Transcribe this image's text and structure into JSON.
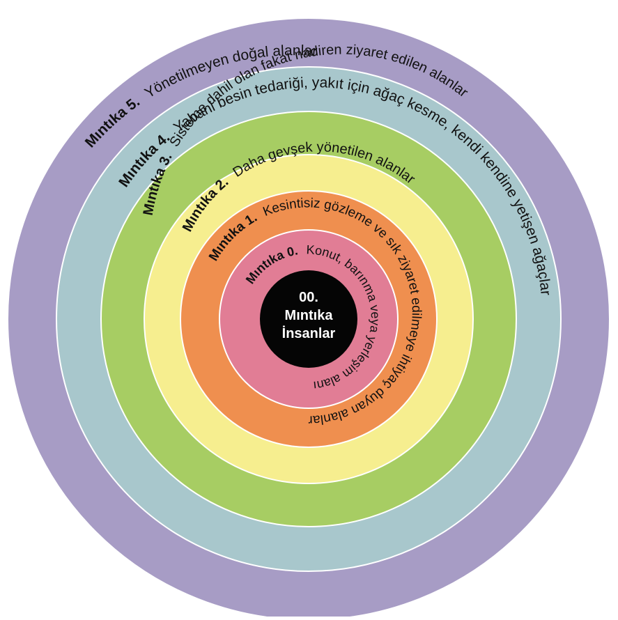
{
  "diagram": {
    "center": {
      "lines": [
        "00.",
        "Mıntıka",
        "İnsanlar"
      ],
      "color": "#050505"
    },
    "zones": [
      {
        "title": "Mıntıka 0.",
        "description": "Konut, barınma veya yerleşim alanı",
        "color": "#e17d95"
      },
      {
        "title": "Mıntıka 1.",
        "description": "Kesintisiz gözleme ve sık ziyaret edilmeye ihtiyaç duyan alanlar",
        "color": "#ef8f4f"
      },
      {
        "title": "Mıntıka 2.",
        "description": "Daha gevşek yönetilen alanlar",
        "color": "#f6ee8f"
      },
      {
        "title": "Mıntıka 3.",
        "description": "Sisteme dahil olan fakat nadiren ziyaret edilen alanlar",
        "color": "#a7cd63"
      },
      {
        "title": "Mıntıka 4.",
        "description": "Yabani besin tedariği, yakıt için ağaç kesme, kendi kendine yetişen ağaçlar",
        "color": "#a8c7cc"
      },
      {
        "title": "Mıntıka 5.",
        "description": "Yönetilmeyen doğal alanlar",
        "color": "#a79cc5"
      }
    ]
  }
}
